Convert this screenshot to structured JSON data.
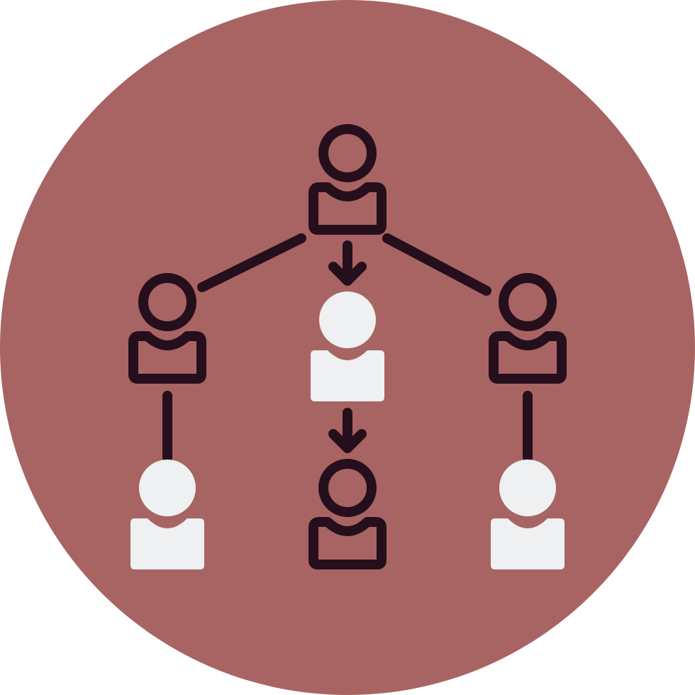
{
  "icon": {
    "name": "hierarchy-network-icon",
    "colors": {
      "background_circle": "#A86462",
      "outline": "#250F1C",
      "filled_person": "#EEF0F1",
      "page": "#FFFFFF"
    },
    "persons": [
      {
        "id": "top",
        "style": "outline"
      },
      {
        "id": "left-middle",
        "style": "outline"
      },
      {
        "id": "center-middle",
        "style": "filled"
      },
      {
        "id": "right-middle",
        "style": "outline"
      },
      {
        "id": "left-bottom",
        "style": "filled"
      },
      {
        "id": "center-bottom",
        "style": "outline"
      },
      {
        "id": "right-bottom",
        "style": "filled"
      }
    ],
    "connectors": [
      {
        "from": "top",
        "to": "left-middle",
        "kind": "line"
      },
      {
        "from": "top",
        "to": "center-middle",
        "kind": "arrow"
      },
      {
        "from": "top",
        "to": "right-middle",
        "kind": "line"
      },
      {
        "from": "left-middle",
        "to": "left-bottom",
        "kind": "line"
      },
      {
        "from": "center-middle",
        "to": "center-bottom",
        "kind": "arrow"
      },
      {
        "from": "right-middle",
        "to": "right-bottom",
        "kind": "line"
      }
    ]
  }
}
